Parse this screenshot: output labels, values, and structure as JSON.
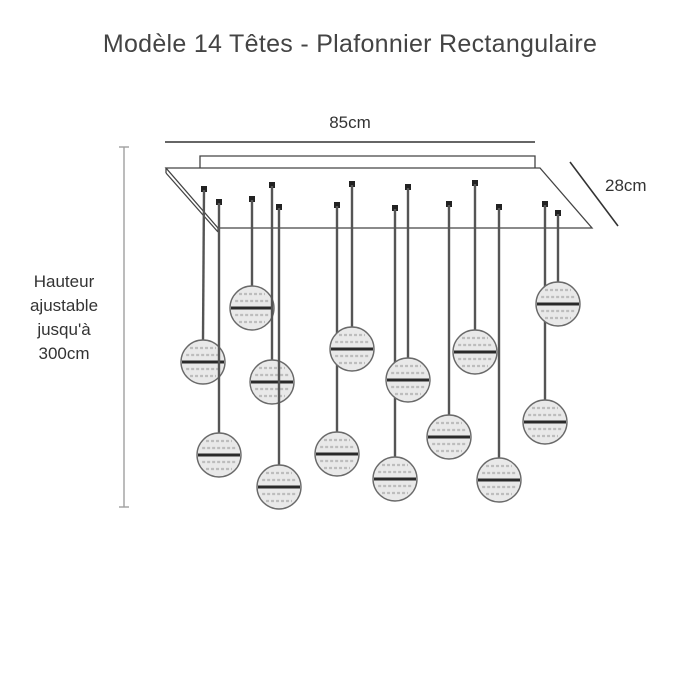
{
  "title": "Modèle 14 Têtes - Plafonnier Rectangulaire",
  "dimensions": {
    "width": "85cm",
    "depth": "28cm",
    "height_lines": [
      "Hauteur",
      "ajustable",
      "jusqu'à",
      "300cm"
    ]
  },
  "colors": {
    "line": "#333333",
    "rod": "#555555",
    "globe": "#bdbdbd",
    "band": "#2a2a2a",
    "dim_line": "#a0a0a0"
  }
}
